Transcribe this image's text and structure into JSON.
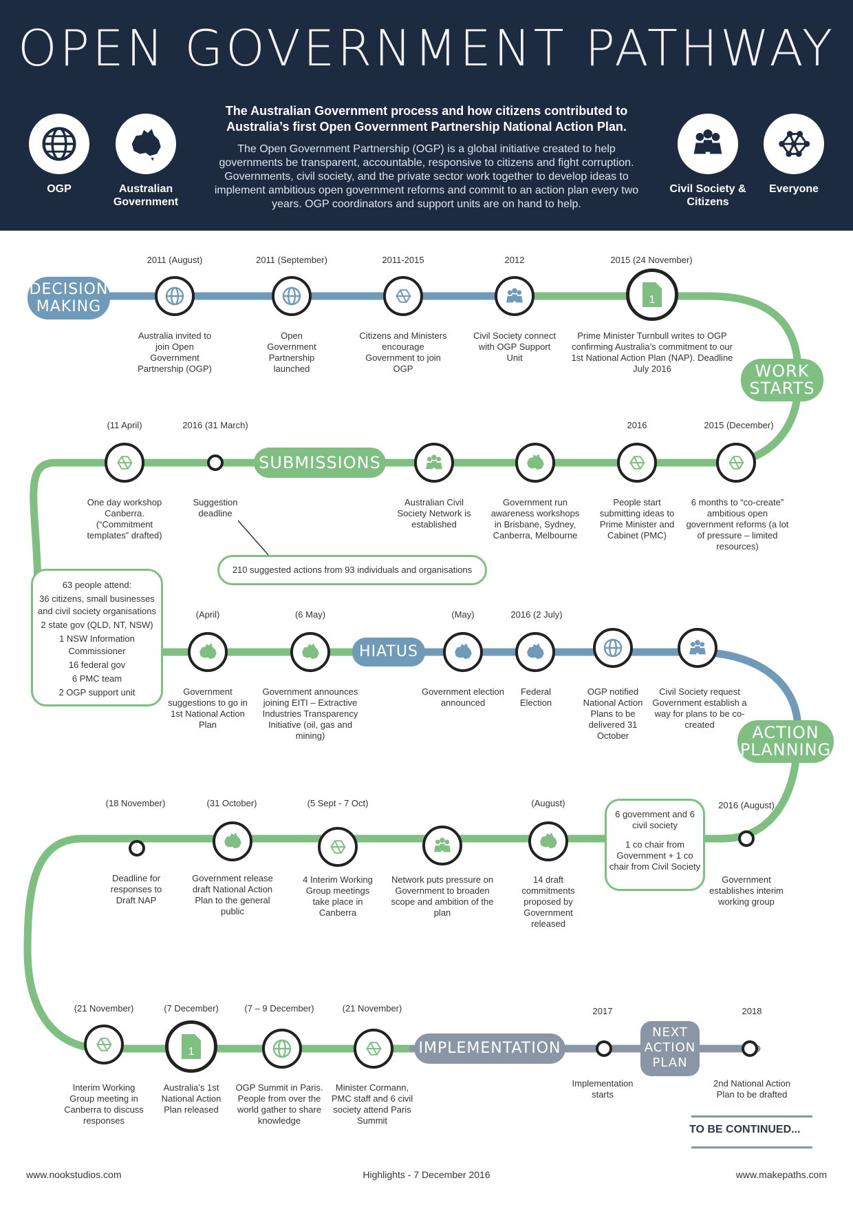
{
  "header": {
    "title": "OPEN GOVERNMENT PATHWAY",
    "subtitle": "The Australian Government process and how citizens contributed to Australia’s first Open Government Partnership National Action Plan.",
    "intro": "The Open Government Partnership (OGP) is a global initiative created to help governments be transparent, accountable, responsive to citizens and fight corruption. Governments, civil society, and the private sector work together to develop ideas to implement ambitious open government reforms and commit to an action plan every two years. OGP coordinators and support units are on hand to help.",
    "actors": [
      {
        "label": "OGP",
        "icon": "globe-icon"
      },
      {
        "label": "Australian Government",
        "icon": "australia-map-icon"
      },
      {
        "label": "Civil Society & Citizens",
        "icon": "people-icon"
      },
      {
        "label": "Everyone",
        "icon": "network-icon"
      }
    ]
  },
  "colors": {
    "header_bg": "#1c2b3f",
    "green": "#7fbf82",
    "blue": "#6f9ab8",
    "grey": "#8a96a5"
  },
  "phases": {
    "decision_making": "DECISION MAKING",
    "work_starts": "WORK STARTS",
    "submissions": "SUBMISSIONS",
    "hiatus": "HIATUS",
    "action_planning": "ACTION PLANNING",
    "implementation": "IMPLEMENTATION",
    "next_action_plan": "NEXT ACTION PLAN"
  },
  "row1": [
    {
      "date": "2011 (August)",
      "desc": "Australia invited to join Open Government Partnership (OGP)",
      "icon": "globe-icon"
    },
    {
      "date": "2011 (September)",
      "desc": "Open Government Partnership launched",
      "icon": "globe-icon"
    },
    {
      "date": "2011-2015",
      "desc": "Citizens and Ministers encourage Government to join OGP",
      "icon": "network-icon"
    },
    {
      "date": "2012",
      "desc": "Civil Society connect with OGP Support Unit",
      "icon": "people-icon"
    },
    {
      "date": "2015  (24 November)",
      "desc": "Prime Minister Turnbull writes to OGP confirming Australia’s commitment to our 1st National Action Plan (NAP). Deadline July 2016",
      "icon": "document-icon"
    }
  ],
  "row2": [
    {
      "date": "(11 April)",
      "desc": "One day workshop Canberra. (“Commitment templates” drafted)",
      "icon": "network-icon"
    },
    {
      "date": "2016 (31 March)",
      "desc": "Suggestion deadline",
      "icon": ""
    },
    {
      "date": "",
      "desc": "Australian Civil Society Network is established",
      "icon": "people-icon"
    },
    {
      "date": "",
      "desc": "Government run awareness workshops in Brisbane, Sydney, Canberra, Melbourne",
      "icon": "australia-map-icon"
    },
    {
      "date": "2016",
      "desc": "People start submitting ideas to Prime Minister and Cabinet (PMC)",
      "icon": "network-icon"
    },
    {
      "date": "2015 (December)",
      "desc": "6 months to “co-create” ambitious open government reforms (a lot of pressure – limited resources)",
      "icon": "network-icon"
    }
  ],
  "suggestions_box": "210 suggested actions from 93 individuals and organisations",
  "workshop_box": [
    "63 people attend:",
    "36 citizens, small businesses and civil society organisations",
    "2 state gov (QLD, NT, NSW)",
    "1 NSW Information Commissioner",
    "16 federal gov",
    "6 PMC team",
    "2 OGP support unit"
  ],
  "row3": [
    {
      "date": "(April)",
      "desc": "Government suggestions to go in 1st National Action Plan",
      "icon": "australia-map-icon"
    },
    {
      "date": "(6 May)",
      "desc": "Government announces joining EITI – Extractive Industries Transparency Initiative (oil, gas and mining)",
      "icon": "australia-map-icon"
    },
    {
      "date": "(May)",
      "desc": "Government election announced",
      "icon": "australia-map-icon"
    },
    {
      "date": "2016 (2 July)",
      "desc": "Federal Election",
      "icon": "australia-map-icon"
    },
    {
      "date": "",
      "desc": "OGP notified National Action Plans to be delivered 31 October",
      "icon": "globe-icon"
    },
    {
      "date": "",
      "desc": "Civil Society request Government establish a way for plans to be co-created",
      "icon": "people-icon"
    }
  ],
  "row4": [
    {
      "date": "(18 November)",
      "desc": "Deadline for responses to Draft NAP",
      "icon": ""
    },
    {
      "date": "(31 October)",
      "desc": "Government release draft National Action Plan to the general public",
      "icon": "australia-map-icon"
    },
    {
      "date": "(5 Sept - 7 Oct)",
      "desc": "4 Interim Working Group meetings take place in Canberra",
      "icon": "network-icon"
    },
    {
      "date": "",
      "desc": "Network puts pressure on Government to broaden scope and ambition of the plan",
      "icon": "people-icon"
    },
    {
      "date": "(August)",
      "desc": "14 draft commitments proposed by Government released",
      "icon": "australia-map-icon"
    },
    {
      "date": "2016 (August)",
      "desc": "Government establishes interim working group",
      "icon": ""
    }
  ],
  "working_group_box": [
    "6 government and 6 civil society",
    "1 co chair from Government + 1 co chair from Civil Society"
  ],
  "row5": [
    {
      "date": "(21 November)",
      "desc": "Interim Working Group meeting in Canberra to discuss responses",
      "icon": "network-icon"
    },
    {
      "date": "(7 December)",
      "desc": "Australia’s 1st National Action Plan released",
      "icon": "document-icon"
    },
    {
      "date": "(7 – 9 December)",
      "desc": "OGP Summit in Paris. People from over the world gather to share knowledge",
      "icon": "globe-icon"
    },
    {
      "date": "(21 November)",
      "desc": "Minister Cormann, PMC staff and 6 civil society attend Paris Summit",
      "icon": "network-icon"
    },
    {
      "date": "2017",
      "desc": "Implementation starts",
      "icon": ""
    },
    {
      "date": "2018",
      "desc": "2nd National Action Plan to be drafted",
      "icon": ""
    }
  ],
  "to_be_continued": "TO BE CONTINUED...",
  "footer": {
    "left": "www.nookstudios.com",
    "center": "Highlights - 7 December 2016",
    "right": "www.makepaths.com"
  }
}
